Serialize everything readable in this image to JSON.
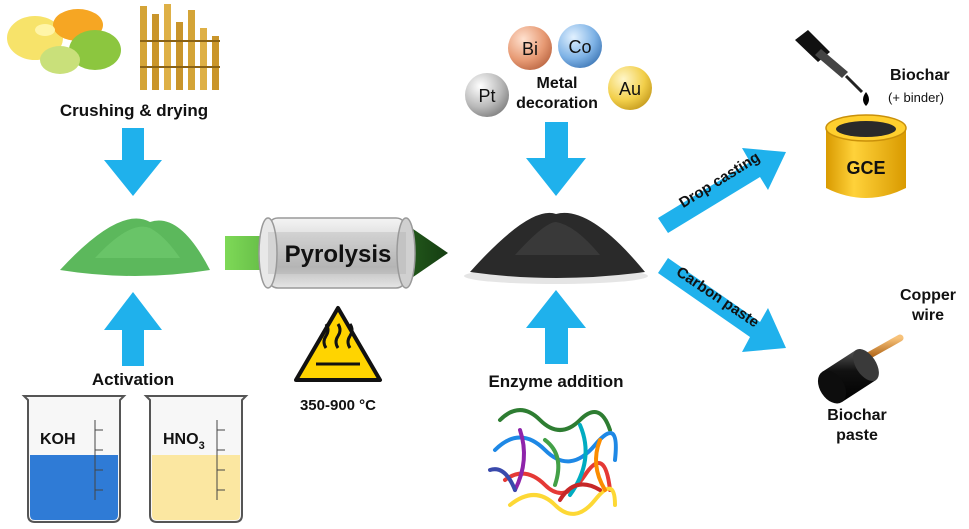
{
  "labels": {
    "crushing_drying": "Crushing & drying",
    "activation": "Activation",
    "pyrolysis": "Pyrolysis",
    "temperature": "350-900 °C",
    "metal_decoration_line1": "Metal",
    "metal_decoration_line2": "decoration",
    "enzyme_addition": "Enzyme addition",
    "drop_casting": "Drop casting",
    "carbon_paste": "Carbon paste",
    "biochar": "Biochar",
    "binder": "(+ binder)",
    "gce": "GCE",
    "copper_line1": "Copper",
    "copper_line2": "wire",
    "biochar_paste_line1": "Biochar",
    "biochar_paste_line2": "paste"
  },
  "beakers": {
    "koh": "KOH",
    "hno3_main": "HNO",
    "hno3_sub": "3"
  },
  "metals": {
    "bi": "Bi",
    "co": "Co",
    "pt": "Pt",
    "au": "Au"
  },
  "colors": {
    "arrow_blue": "#1fb1ec",
    "powder_green": "#5cb85c",
    "biochar_black": "#2a2a2a",
    "gce_gold": "#f2b705"
  }
}
